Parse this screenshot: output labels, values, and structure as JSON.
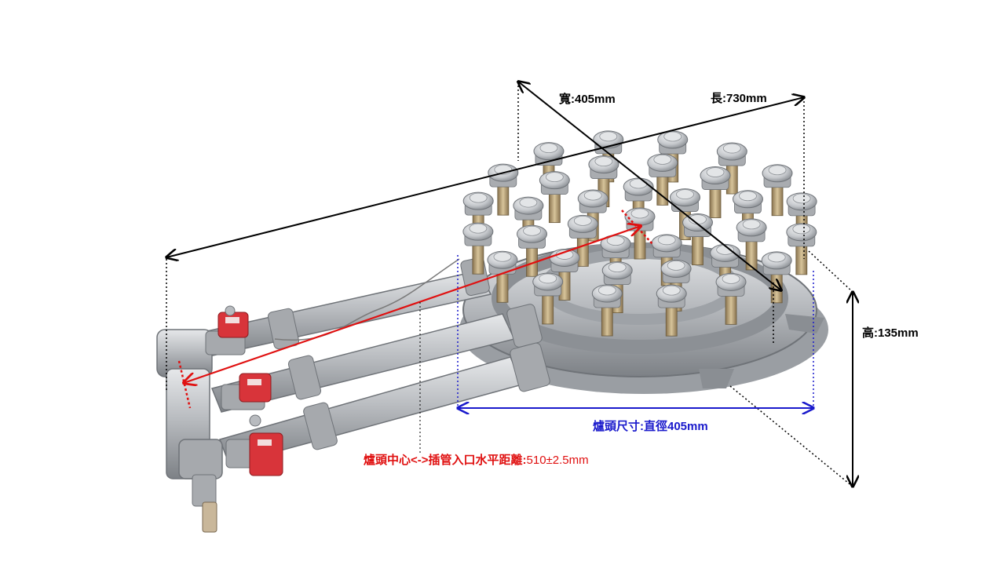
{
  "annotations": {
    "width": "寬:405mm",
    "length": "長:730mm",
    "height": "高:135mm",
    "burner_size": "爐頭尺寸:直徑405mm",
    "center_distance_label": "爐頭中心<->插管入口水平距離:",
    "center_distance_value": "510±2.5mm"
  },
  "colors": {
    "dimension_black": "#000000",
    "dimension_blue": "#1a1acc",
    "dimension_red": "#e01010",
    "metal": "#b9bcc0",
    "valve_red": "#d8343a"
  },
  "picture": "multi-nozzle-gas-burner-with-three-valves"
}
